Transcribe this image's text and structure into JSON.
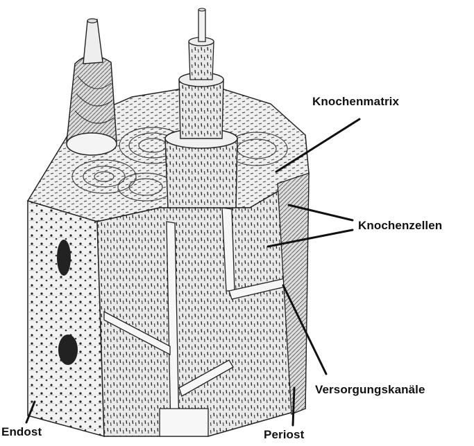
{
  "labels": {
    "knochenmatrix": "Knochenmatrix",
    "knochenzellen": "Knochenzellen",
    "versorgungskanaele": "Versorgungskanäle",
    "endost": "Endost",
    "periost": "Periost"
  },
  "colors": {
    "ink": "#111111",
    "paper": "#ffffff",
    "bone": "#e8e8e8",
    "canal": "#f7f7f7"
  }
}
